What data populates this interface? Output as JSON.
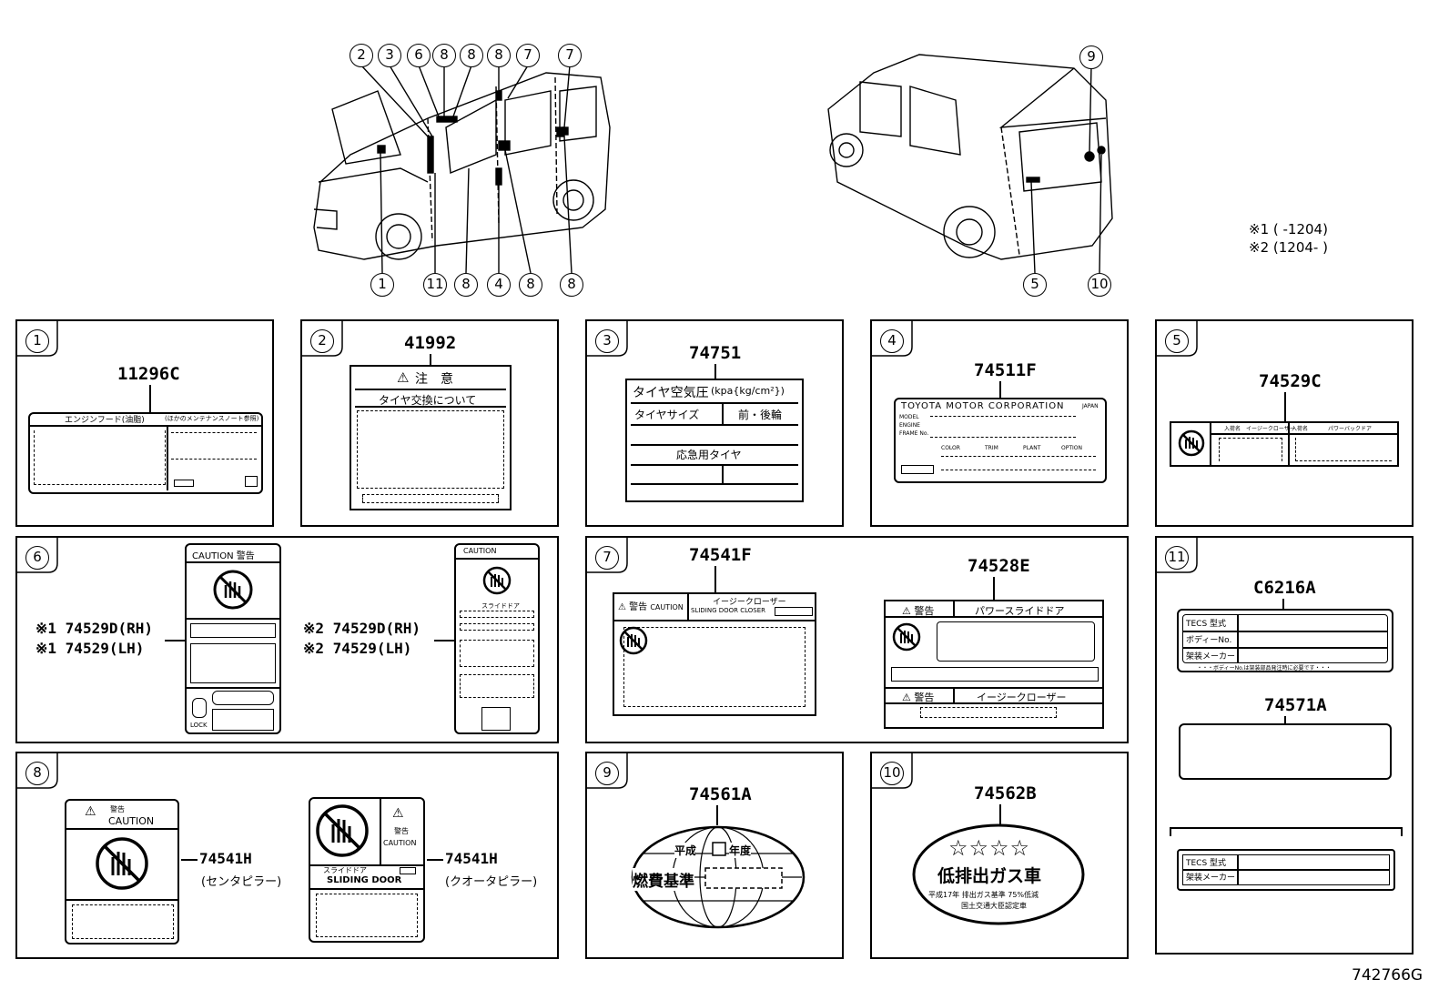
{
  "figure_code": "742766G",
  "notes": {
    "n1": "※1 (        -1204)",
    "n2": "※2 (1204-        )"
  },
  "callouts": {
    "front": [
      "2",
      "3",
      "6",
      "8",
      "8",
      "8",
      "7",
      "7"
    ],
    "front_bottom": [
      "1",
      "11",
      "8",
      "4",
      "8",
      "8"
    ],
    "rear_top": [
      "9"
    ],
    "rear_bottom": [
      "5",
      "10"
    ]
  },
  "panels": {
    "p1": {
      "num": "1",
      "part": "11296C",
      "header": "エンジンフード(油脂)",
      "header_small": "(ほかのメンテナンスノート参照)"
    },
    "p2": {
      "num": "2",
      "part": "41992",
      "title": "注　意",
      "subtitle": "タイヤ交換について"
    },
    "p3": {
      "num": "3",
      "part": "74751",
      "row1": "タイヤ空気圧",
      "row1_unit": "(kpa{kg/cm²})",
      "size": "タイヤサイズ",
      "front_rear": "前・後輪",
      "spare": "応急用タイヤ"
    },
    "p4": {
      "num": "4",
      "part": "74511F",
      "maker": "TOYOTA MOTOR CORPORATION",
      "japan": "JAPAN",
      "model": "MODEL",
      "engine": "ENGINE",
      "frame": "FRAME No.",
      "color": "COLOR",
      "trim": "TRIM",
      "plant": "PLANT",
      "option": "OPTION"
    },
    "p5": {
      "num": "5",
      "part": "74529C",
      "c1": "入荷名",
      "c2": "イージークローザー",
      "c3": "入荷名",
      "c4": "パワーバックドア"
    },
    "p6": {
      "num": "6",
      "left_parts": [
        "※1 74529D(RH)",
        "※1 74529(LH)"
      ],
      "right_parts": [
        "※2 74529D(RH)",
        "※2 74529(LH)"
      ],
      "caution": "CAUTION 警告",
      "caution2": "CAUTION",
      "slide": "スライドドア",
      "lock": "LOCK"
    },
    "p7": {
      "num": "7",
      "part_a": "74541F",
      "part_b": "74528E",
      "warn": "警告",
      "caution": "CAUTION",
      "easy": "イージークローザー",
      "sliding_closer": "SLIDING DOOR CLOSER",
      "power_slide": "パワースライドドア",
      "warn2": "警告",
      "easy2": "イージークローザー"
    },
    "p8": {
      "num": "8",
      "part_a": "74541H",
      "note_a": "(センタピラー)",
      "part_b": "74541H",
      "note_b": "(クオータピラー)",
      "warn": "警告",
      "caution": "CAUTION",
      "warn_b": "警告",
      "caution_b": "CAUTION",
      "slide": "スライドドア",
      "sliding": "SLIDING DOOR"
    },
    "p9": {
      "num": "9",
      "part": "74561A",
      "heisei": "平成",
      "nendo": "年度",
      "kijun": "燃費基準"
    },
    "p10": {
      "num": "10",
      "part": "74562B",
      "stars": "☆☆☆☆",
      "main": "低排出ガス車",
      "line1": "平成17年 排出ガス基準 75%低減",
      "line2": "国土交通大臣認定車"
    },
    "p11": {
      "num": "11",
      "part_a": "C6216A",
      "tecs": "TECS 型式",
      "body": "ボディーNo.",
      "maker": "架装メーカー",
      "footnote": "・・・ボディーNo.は架装部品発注時に必要です・・・",
      "part_b": "74571A",
      "tecs2": "TECS 型式",
      "maker2": "架装メーカー"
    }
  }
}
